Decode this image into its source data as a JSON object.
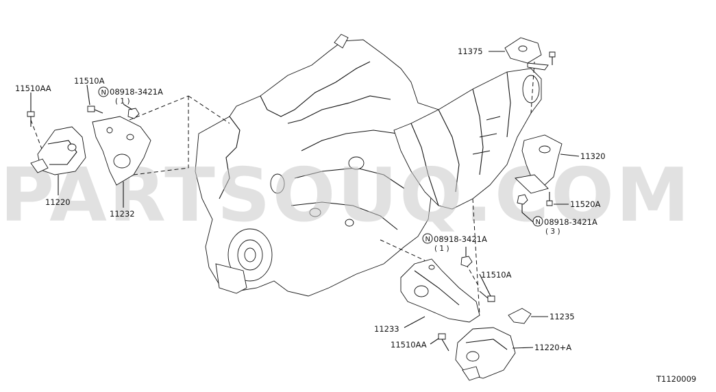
{
  "watermark": "PARTSOUQ.COM",
  "diagram_code": "T1120009",
  "nut_symbol": "N",
  "labels": {
    "p11510AA_left": "11510AA",
    "p11510A_left": "11510A",
    "p08918_left": "08918-3421A",
    "p08918_left_qty": "( 1 )",
    "p11220": "11220",
    "p11232": "11232",
    "p11375": "11375",
    "p11320": "11320",
    "p11520A": "11520A",
    "p08918_right": "08918-3421A",
    "p08918_right_qty": "( 3 )",
    "p08918_bottom": "08918-3421A",
    "p08918_bottom_qty": "( 1 )",
    "p11510A_right": "11510A",
    "p11235": "11235",
    "p11233": "11233",
    "p11510AA_bottom": "11510AA",
    "p11220A": "11220+A"
  }
}
